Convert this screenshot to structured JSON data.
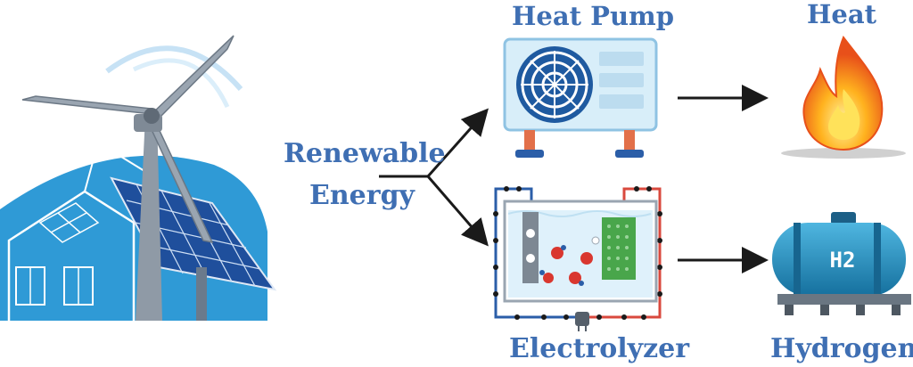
{
  "labels": {
    "heat_pump": "Heat Pump",
    "heat": "Heat",
    "renewable": "Renewable",
    "energy": "Energy",
    "electrolyzer": "Electrolyzer",
    "hydrogen": "Hydrogen",
    "h2_tank": "H2"
  },
  "colors": {
    "label_blue": "#3f6fb3",
    "sky_blue": "#2f9ad6",
    "panel_blue": "#1f4f9c",
    "arrow": "#1a1a1a",
    "flame_orange": "#f08a1c",
    "tank_blue": "#1f8cbf"
  },
  "icons": [
    "wind-turbine-icon",
    "solar-panel-icon",
    "house-icon",
    "heat-pump-icon",
    "flame-icon",
    "electrolyzer-icon",
    "hydrogen-tank-icon"
  ]
}
